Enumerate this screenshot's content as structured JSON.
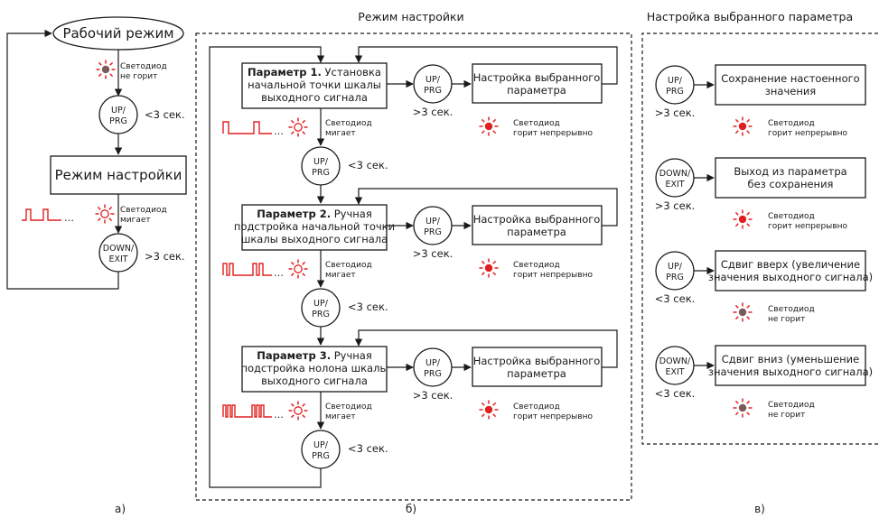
{
  "colors": {
    "led_red": "#e02020",
    "led_off": "#7a5a5a",
    "ink": "#1a1a1a"
  },
  "captions": {
    "a": "а)",
    "b": "б)",
    "c": "в)"
  },
  "headers": {
    "b": "Режим настройки",
    "c": "Настройка выбранного параметра"
  },
  "panel_a": {
    "work_mode": "Рабочий режим",
    "led1_line1": "Светодиод",
    "led1_line2": "не горит",
    "btn1_line1": "UP/",
    "btn1_line2": "PRG",
    "btn1_time": "<3 сек.",
    "setup_mode": "Режим настройки",
    "led2_line1": "Светодиод",
    "led2_line2": "мигает",
    "btn2_line1": "DOWN/",
    "btn2_line2": "EXIT",
    "btn2_time": ">3 сек."
  },
  "panel_b": {
    "params": [
      {
        "bold": "Параметр 1.",
        "rest1": " Установка",
        "line2": "начальной точки шкалы",
        "line3": "выходного сигнала",
        "led_line1": "Светодиод",
        "led_line2": "мигает",
        "btn_line1": "UP/",
        "btn_line2": "PRG",
        "btn_time": ">3 сек.",
        "setup_line1": "Настройка выбранного",
        "setup_line2": "параметра",
        "led_on_line1": "Светодиод",
        "led_on_line2": "горит непрерывно",
        "next_btn_line1": "UP/",
        "next_btn_line2": "PRG",
        "next_btn_time": "<3 сек."
      },
      {
        "bold": "Параметр 2.",
        "rest1": " Ручная",
        "line2": "подстройка начальной точки",
        "line3": "шкалы выходного сигнала",
        "led_line1": "Светодиод",
        "led_line2": "мигает",
        "btn_line1": "UP/",
        "btn_line2": "PRG",
        "btn_time": ">3 сек.",
        "setup_line1": "Настройка выбранного",
        "setup_line2": "параметра",
        "led_on_line1": "Светодиод",
        "led_on_line2": "горит непрерывно",
        "next_btn_line1": "UP/",
        "next_btn_line2": "PRG",
        "next_btn_time": "<3 сек."
      },
      {
        "bold": "Параметр 3.",
        "rest1": " Ручная",
        "line2": "подстройка нолона шкалы",
        "line3": "выходного сигнала",
        "led_line1": "Светодиод",
        "led_line2": "мигает",
        "btn_line1": "UP/",
        "btn_line2": "PRG",
        "btn_time": ">3 сек.",
        "setup_line1": "Настройка выбранного",
        "setup_line2": "параметра",
        "led_on_line1": "Светодиод",
        "led_on_line2": "горит непрерывно",
        "next_btn_line1": "UP/",
        "next_btn_line2": "PRG",
        "next_btn_time": "<3 сек."
      }
    ]
  },
  "panel_c": {
    "items": [
      {
        "btn_line1": "UP/",
        "btn_line2": "PRG",
        "btn_time": ">3 сек.",
        "box_line1": "Сохранение настоенного",
        "box_line2": "значения",
        "led_line1": "Светодиод",
        "led_line2": "горит непрерывно"
      },
      {
        "btn_line1": "DOWN/",
        "btn_line2": "EXIT",
        "btn_time": ">3 сек.",
        "box_line1": "Выход из параметра",
        "box_line2": "без сохранения",
        "led_line1": "Светодиод",
        "led_line2": "горит непрерывно"
      },
      {
        "btn_line1": "UP/",
        "btn_line2": "PRG",
        "btn_time": "<3 сек.",
        "box_line1": "Сдвиг вверх (увеличение",
        "box_line2": "значения выходного сигнала)",
        "led_line1": "Светодиод",
        "led_line2": "не горит"
      },
      {
        "btn_line1": "DOWN/",
        "btn_line2": "EXIT",
        "btn_time": "<3 сек.",
        "box_line1": "Сдвиг вниз (уменьшение",
        "box_line2": "значения выходного сигнала)",
        "led_line1": "Светодиод",
        "led_line2": "не горит"
      }
    ]
  }
}
